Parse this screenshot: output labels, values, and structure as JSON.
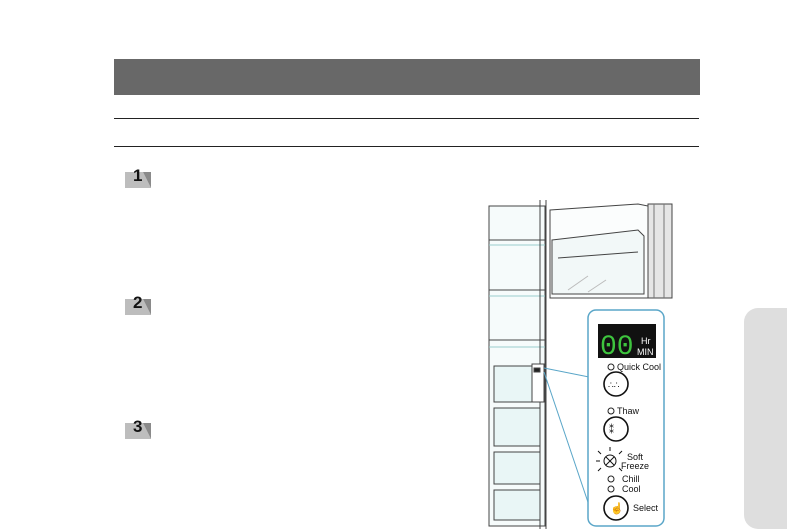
{
  "steps": [
    {
      "number": "1"
    },
    {
      "number": "2"
    },
    {
      "number": "3"
    }
  ],
  "control_panel": {
    "display_digits": "00",
    "display_unit_top": "Hr",
    "display_unit_bottom": "MIN",
    "quick_cool_label": "Quick Cool",
    "thaw_label": "Thaw",
    "soft_freeze_line1": "Soft",
    "soft_freeze_line2": "Freeze",
    "chill_label": "Chill",
    "cool_label": "Cool",
    "select_label": "Select"
  },
  "colors": {
    "header_bar": "#686868",
    "side_tab": "#dedede",
    "display_bg": "#111111",
    "display_digits": "#3ec43e",
    "callout_line": "#5aa6c8"
  }
}
